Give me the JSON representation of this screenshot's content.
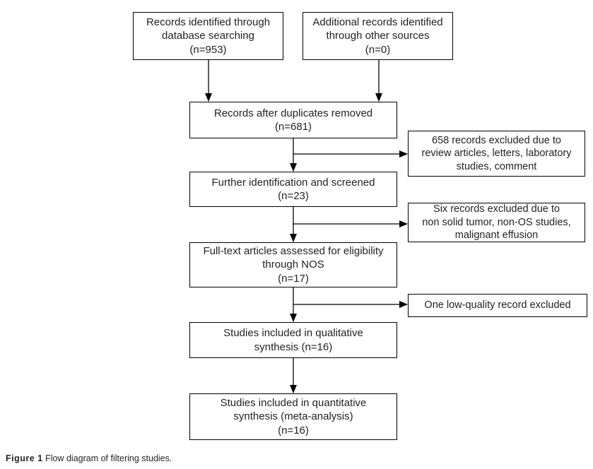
{
  "figure_caption": {
    "label": "Figure 1",
    "text": "Flow diagram of filtering studies."
  },
  "flowchart": {
    "identified_database": "Records identified through\ndatabase searching\n(n=953)",
    "identified_other": "Additional records identified\nthrough other sources\n(n=0)",
    "after_duplicates": "Records after duplicates removed\n(n=681)",
    "screened": "Further identification and screened\n(n=23)",
    "fulltext_eligibility": "Full-text articles assessed for eligibility\nthrough NOS\n(n=17)",
    "qualitative_synthesis": "Studies included in qualitative\nsynthesis (n=16)",
    "quantitative_synthesis": "Studies included in quantitative\nsynthesis (meta-analysis)\n(n=16)",
    "excluded_records": "658 records excluded due to\nreview articles, letters, laboratory\nstudies, comment",
    "excluded_six": "Six records excluded due to\nnon solid tumor, non-OS studies,\nmalignant effusion",
    "excluded_low_quality": "One low-quality record excluded"
  },
  "colors": {
    "background": "#ffffff",
    "border": "#000000",
    "text": "#231f20"
  }
}
